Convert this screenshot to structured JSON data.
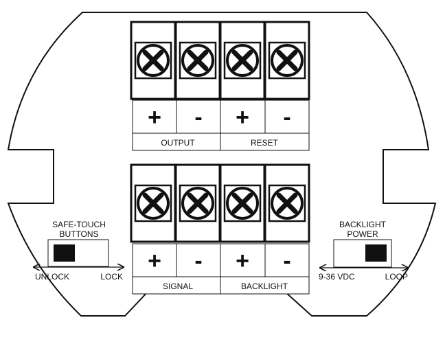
{
  "terminal_blocks": [
    {
      "name": "top",
      "polarity": [
        "+",
        "-",
        "+",
        "-"
      ],
      "groups": [
        "OUTPUT",
        "RESET"
      ]
    },
    {
      "name": "bottom",
      "polarity": [
        "+",
        "-",
        "+",
        "-"
      ],
      "groups": [
        "SIGNAL",
        "BACKLIGHT"
      ]
    }
  ],
  "safe_touch": {
    "title_line1": "SAFE-TOUCH",
    "title_line2": "BUTTONS",
    "left": "UNLOCK",
    "right": "LOCK"
  },
  "backlight_switch": {
    "title_line1": "BACKLIGHT",
    "title_line2": "POWER",
    "left": "9-36 VDC",
    "right": "LOOP"
  },
  "colors": {
    "ink": "#111111",
    "paper": "#ffffff"
  }
}
